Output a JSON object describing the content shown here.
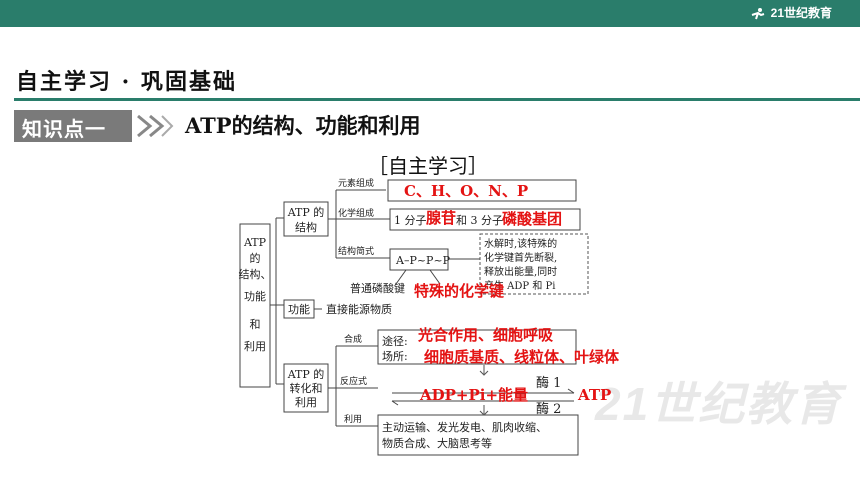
{
  "header": {
    "logo_text": "21世纪教育"
  },
  "section": {
    "title": "自主学习 · 巩固基础"
  },
  "knowledge_point": {
    "label": "知识点一",
    "title": "ATP的结构、功能和利用"
  },
  "subtitle": "［自主学习］",
  "diagram": {
    "root": [
      "ATP",
      "的",
      "结构、",
      "功能",
      "和",
      "利用"
    ],
    "structure_box": [
      "ATP 的",
      "结构"
    ],
    "branch_elements": "元素组成",
    "answer_elements": "C、H、O、N、P",
    "branch_chemical": "化学组成",
    "chem_part1": "1 分子",
    "answer_adenosine": "腺苷",
    "chem_part2": "和 3 分子",
    "answer_phosphate": "磷酸基团",
    "branch_formula": "结构简式",
    "formula": "A–P~P~P",
    "note_lines": [
      "水解时,该特殊的",
      "化学键首先断裂,",
      "释放出能量,同时",
      "产生 ADP 和 Pi"
    ],
    "ordinary_bond": "普通磷酸键",
    "answer_special_bond": "特殊的化学键",
    "function_box": "功能",
    "function_text": "直接能源物质",
    "conversion_box": [
      "ATP 的",
      "转化和",
      "利用"
    ],
    "branch_synthesis": "合成",
    "route_label": "途径:",
    "answer_route": "光合作用、细胞呼吸",
    "site_label": "场所:",
    "answer_site": "细胞质基质、线粒体、叶绿体",
    "branch_reaction": "反应式",
    "answer_reactants": "ADP+Pi+能量",
    "enzyme1": "酶 1",
    "enzyme2": "酶 2",
    "answer_product": "ATP",
    "branch_use": "利用",
    "use_lines": [
      "主动运输、发光发电、肌肉收缩、",
      "物质合成、大脑思考等"
    ]
  },
  "watermark": "21世纪教育"
}
